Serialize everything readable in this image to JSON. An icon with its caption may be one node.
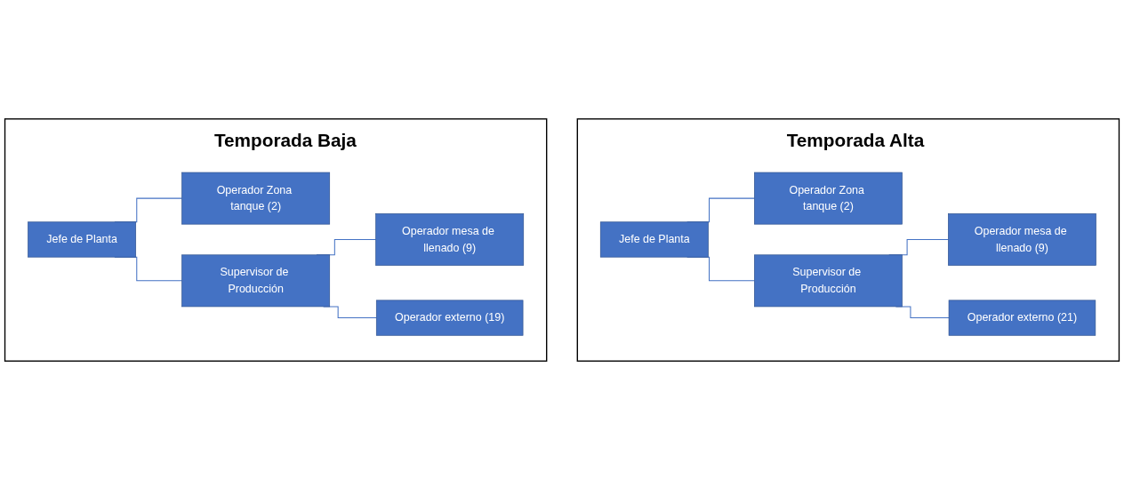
{
  "diagram": {
    "nodes": [
      {
        "text": [
          "Temporada Alta"
        ]
      },
      {
        "text": [
          "Jefe de Planta"
        ],
        "in": 0
      },
      {
        "text": [
          "Operador Zona tanque (2)"
        ],
        "in": 0
      },
      {
        "text": [
          "Supervisor de Producción"
        ],
        "in": 0
      },
      {
        "text": [
          "Operador mesa de llenado (9)"
        ],
        "in": 0
      },
      {
        "text": [
          "Operador externo (21)"
        ],
        "in": 0
      },
      {
        "text": [
          "Temporada Baja"
        ]
      },
      {
        "text": [
          "Jefe de Planta"
        ],
        "in": 6
      },
      {
        "text": [
          "Operador Zona tanque (2)"
        ],
        "in": 6
      },
      {
        "text": [
          "Supervisor de Producción"
        ],
        "in": 6
      },
      {
        "text": [
          "Operador mesa de llenado (9)"
        ],
        "in": 6
      },
      {
        "text": [
          "Operador externo (19)"
        ],
        "in": 6
      }
    ],
    "edges": [
      {
        "from": 1,
        "to": 2,
        "arrow": "none"
      },
      {
        "from": 1,
        "to": 3,
        "arrow": "none"
      },
      {
        "from": 3,
        "to": 4,
        "arrow": "none"
      },
      {
        "from": 3,
        "to": 5,
        "arrow": "none"
      },
      {
        "from": 7,
        "to": 8,
        "arrow": "none"
      },
      {
        "from": 7,
        "to": 9,
        "arrow": "none"
      },
      {
        "from": 9,
        "to": 10,
        "arrow": "none"
      },
      {
        "from": 9,
        "to": 11,
        "arrow": "none"
      }
    ]
  }
}
